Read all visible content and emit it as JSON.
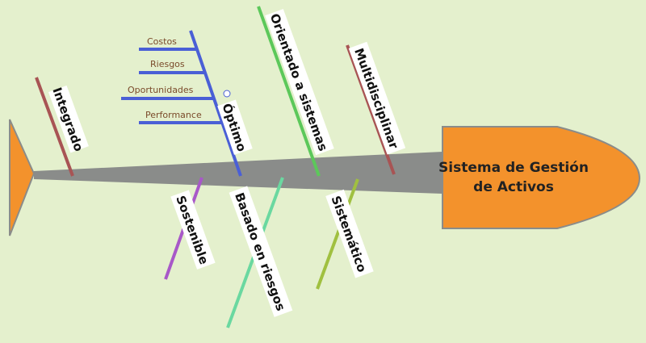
{
  "diagram": {
    "head_line1": "Sistema de Gestión",
    "head_line2": "de Activos",
    "colors": {
      "background": "#e4f0cd",
      "spine": "#8a8c8a",
      "head_fill": "#f3922c",
      "tail_fill": "#f3922c",
      "label_bg": "#ffffff"
    },
    "categories": {
      "integrado": {
        "label": "Integrado",
        "color": "#a85454"
      },
      "optimo": {
        "label": "Óptimo",
        "color": "#4a5fd6"
      },
      "orientado": {
        "label": "Orientado a sistemas",
        "color": "#5cc85a"
      },
      "multidisciplinar": {
        "label": "Multidisciplinar",
        "color": "#a85454"
      },
      "sostenible": {
        "label": "Sostenible",
        "color": "#a858c8"
      },
      "basado": {
        "label": "Basado en riesgos",
        "color": "#6ad8a0"
      },
      "sistematico": {
        "label": "Sistemático",
        "color": "#a0c040"
      }
    },
    "optimo_subcauses": [
      "Costos",
      "Riesgos",
      "Oportunidades",
      "Performance"
    ]
  }
}
